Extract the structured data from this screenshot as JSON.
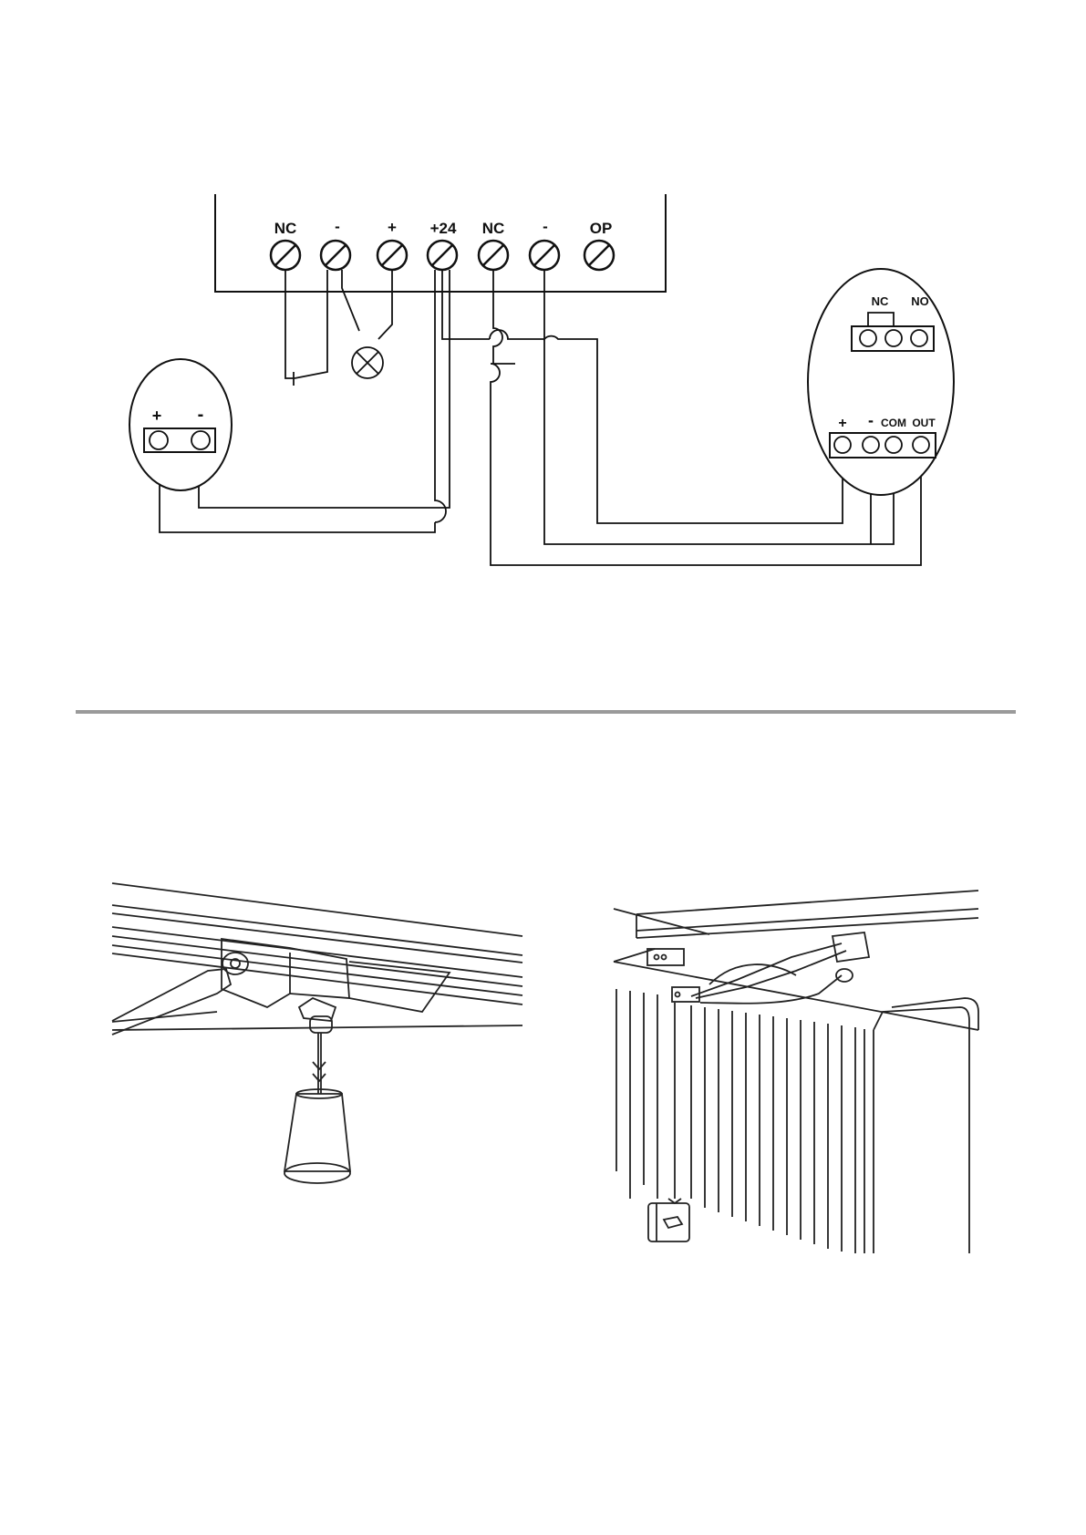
{
  "wiring_diagram": {
    "main_terminals": [
      "NC",
      "-",
      "+",
      "+24",
      "NC",
      "-",
      "OP"
    ],
    "left_device": {
      "terminals": [
        "+",
        "-"
      ]
    },
    "right_device": {
      "relay_terminals": [
        "NC",
        "NO"
      ],
      "power_terminals": [
        "+",
        "-",
        "COM",
        "OUT"
      ]
    }
  },
  "illustrations": {
    "left": {
      "name": "weight-mounted-on-track"
    },
    "right": {
      "name": "curtain-track-with-hanging-weight"
    }
  },
  "colors": {
    "line": "#111111",
    "divider": "#9a9a9a",
    "background": "#ffffff"
  }
}
